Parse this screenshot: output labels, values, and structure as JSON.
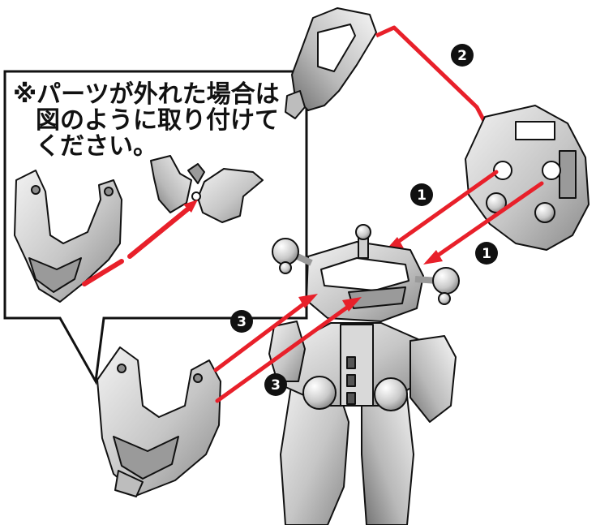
{
  "note": {
    "lines": [
      "※パーツが外れた場合は",
      "図のように取り付けて",
      "ください。"
    ]
  },
  "steps": {
    "one": "1",
    "two": "2",
    "three": "3"
  },
  "colors": {
    "arrow": "#e8202a",
    "badge": "#111111",
    "line": "#111111",
    "part_light": "#e6e6e6",
    "part_mid": "#bdbdbd",
    "part_dark": "#7d7d7d"
  }
}
